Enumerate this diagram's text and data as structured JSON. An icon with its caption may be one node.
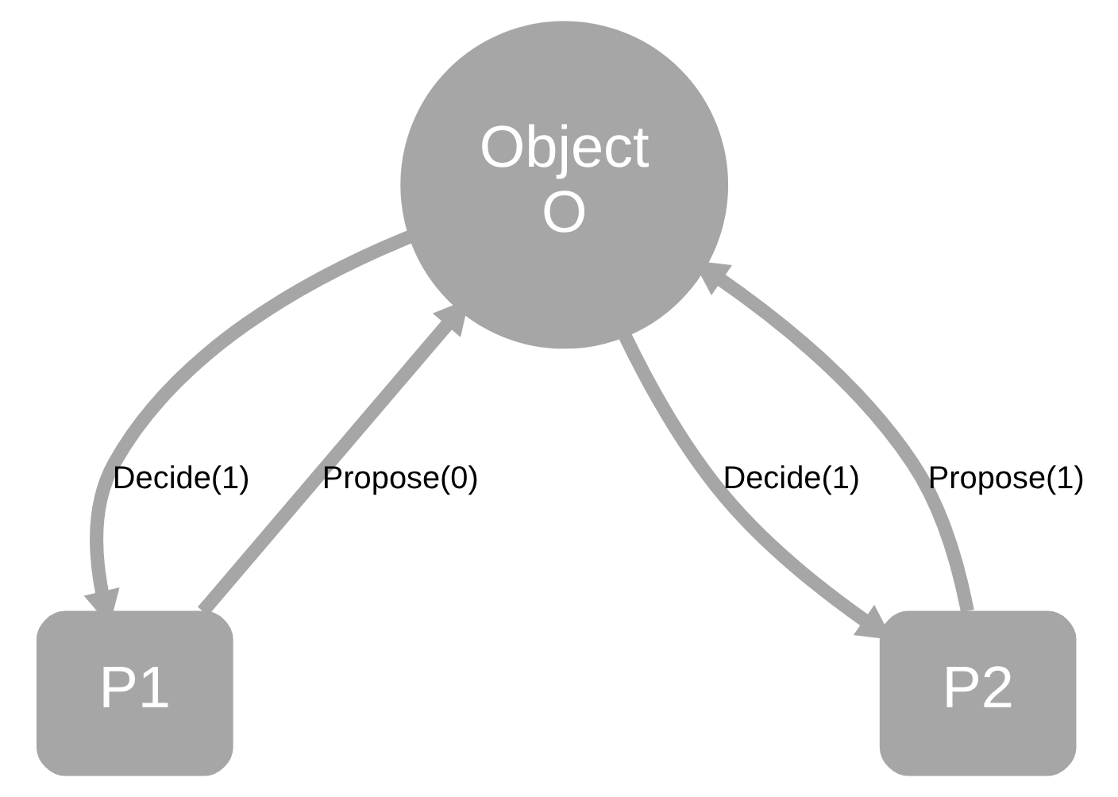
{
  "diagram": {
    "nodes": [
      {
        "text": [
          "Object O"
        ]
      },
      {
        "text": [
          "P1"
        ]
      },
      {
        "text": [
          "P2"
        ]
      }
    ],
    "edges": [
      {
        "from": 1,
        "to": 0,
        "arrow": "to",
        "label": "Propose(0)"
      },
      {
        "from": 0,
        "to": 1,
        "arrow": "to",
        "label": "Decide(1)"
      },
      {
        "from": 0,
        "to": 2,
        "arrow": "to",
        "label": "Decide(1)"
      },
      {
        "from": 2,
        "to": 0,
        "arrow": "to",
        "label": "Propose(1)"
      }
    ]
  }
}
